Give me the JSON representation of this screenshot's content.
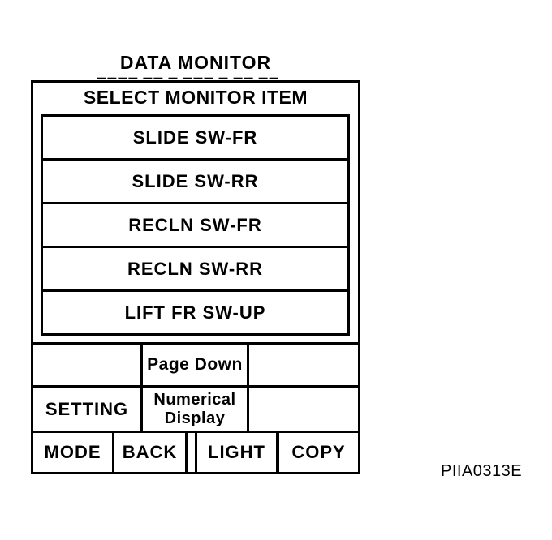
{
  "screen": {
    "title": "DATA MONITOR",
    "scan_artifact_fragments": "▬▬▬▬ ▬▬ ▬ ▬▬▬ ▬ ▬▬ ▬▬",
    "select_header": "SELECT MONITOR ITEM",
    "monitor_items": [
      "SLIDE SW-FR",
      "SLIDE SW-RR",
      "RECLN SW-FR",
      "RECLN SW-RR",
      "LIFT FR SW-UP"
    ],
    "function_keys": {
      "page_down": "Page Down",
      "setting": "SETTING",
      "numerical_display_line1": "Numerical",
      "numerical_display_line2": "Display"
    },
    "hard_keys": [
      "MODE",
      "BACK",
      "LIGHT",
      "COPY"
    ]
  },
  "figure_code": "PIIA0313E",
  "colors": {
    "foreground": "#000000",
    "background": "#ffffff"
  }
}
